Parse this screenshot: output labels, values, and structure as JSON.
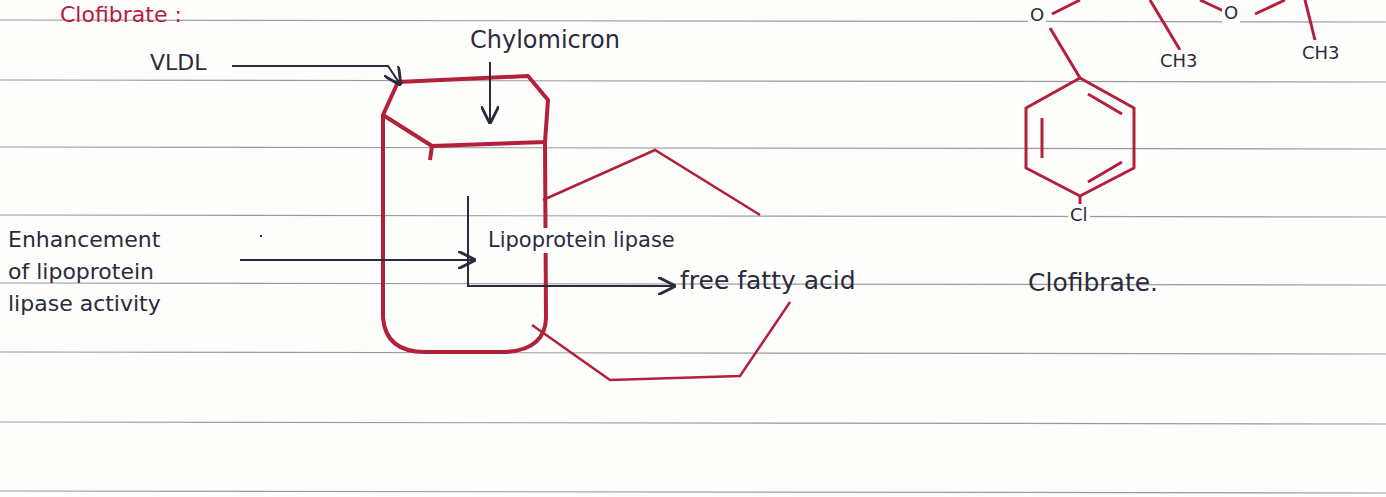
{
  "diagram": {
    "title": "Clofibrate :",
    "labels": [
      "VLDL",
      "Chylomicron",
      "Enhancement of lipoprotein lipase activity",
      "Lipoprotein lipase",
      "free fatty acid",
      "Clofibrate.",
      "O",
      "CH3",
      "O",
      "CH3",
      "Cl"
    ]
  }
}
